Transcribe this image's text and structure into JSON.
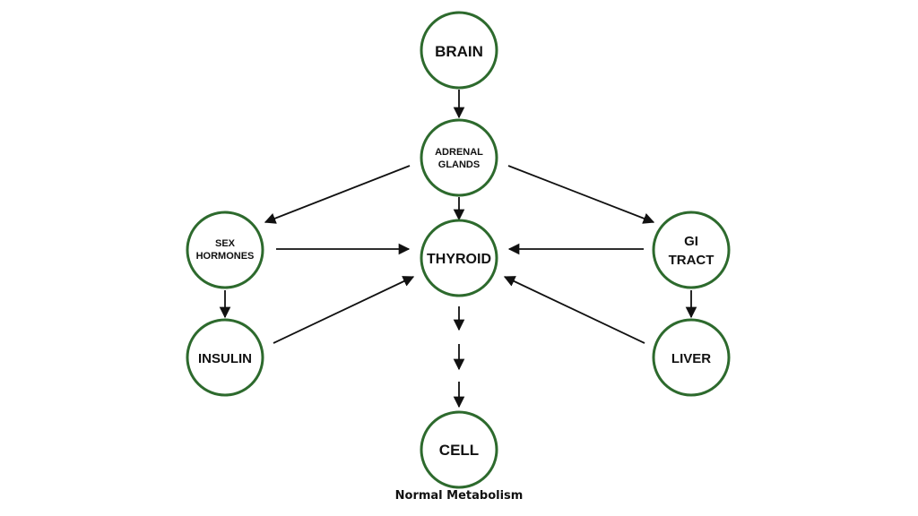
{
  "colors": {
    "node_stroke": "#2d6a2d",
    "arrow": "#111111",
    "background": "#ffffff"
  },
  "nodes": [
    {
      "id": "brain",
      "lines": [
        "BRAIN"
      ]
    },
    {
      "id": "adrenal",
      "lines": [
        "ADRENAL",
        "GLANDS"
      ]
    },
    {
      "id": "sex",
      "lines": [
        "SEX",
        "HORMONES"
      ]
    },
    {
      "id": "thyroid",
      "lines": [
        "THYROID"
      ]
    },
    {
      "id": "gi",
      "lines": [
        "GI",
        "TRACT"
      ]
    },
    {
      "id": "insulin",
      "lines": [
        "INSULIN"
      ]
    },
    {
      "id": "liver",
      "lines": [
        "LIVER"
      ]
    },
    {
      "id": "cell",
      "lines": [
        "CELL"
      ]
    }
  ],
  "edges": [
    {
      "from": "brain",
      "to": "adrenal"
    },
    {
      "from": "adrenal",
      "to": "thyroid"
    },
    {
      "from": "adrenal",
      "to": "sex"
    },
    {
      "from": "adrenal",
      "to": "gi"
    },
    {
      "from": "sex",
      "to": "thyroid"
    },
    {
      "from": "gi",
      "to": "thyroid"
    },
    {
      "from": "sex",
      "to": "insulin"
    },
    {
      "from": "gi",
      "to": "liver"
    },
    {
      "from": "insulin",
      "to": "thyroid"
    },
    {
      "from": "liver",
      "to": "thyroid"
    },
    {
      "from": "thyroid",
      "to": "cell"
    }
  ],
  "caption": "Normal Metabolism"
}
